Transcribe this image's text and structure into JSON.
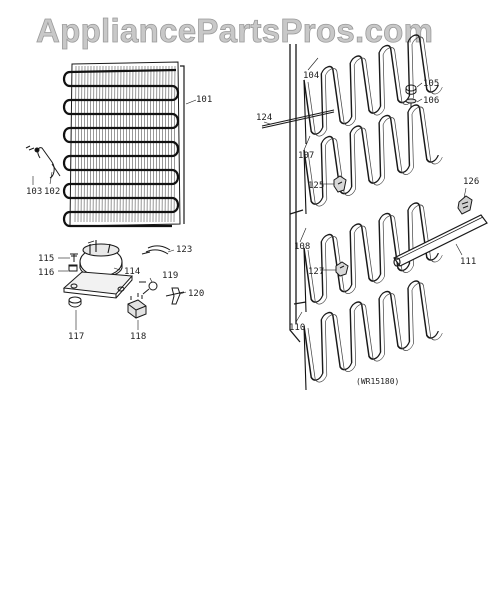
{
  "watermark": "AppliancePartsPros.com",
  "reference_code": "(WR15180)",
  "callouts": {
    "c101": "101",
    "c102": "102",
    "c103": "103",
    "c104": "104",
    "c105": "105",
    "c106": "106",
    "c107": "107",
    "c108": "108",
    "c110": "110",
    "c111": "111",
    "c114": "114",
    "c115": "115",
    "c116": "116",
    "c117": "117",
    "c118": "118",
    "c119": "119",
    "c120": "120",
    "c123": "123",
    "c124": "124",
    "c125": "125",
    "c126": "126",
    "c127": "127"
  },
  "colors": {
    "ink": "#1a1a1a",
    "watermark": "#c8c8c8",
    "background": "#ffffff"
  }
}
